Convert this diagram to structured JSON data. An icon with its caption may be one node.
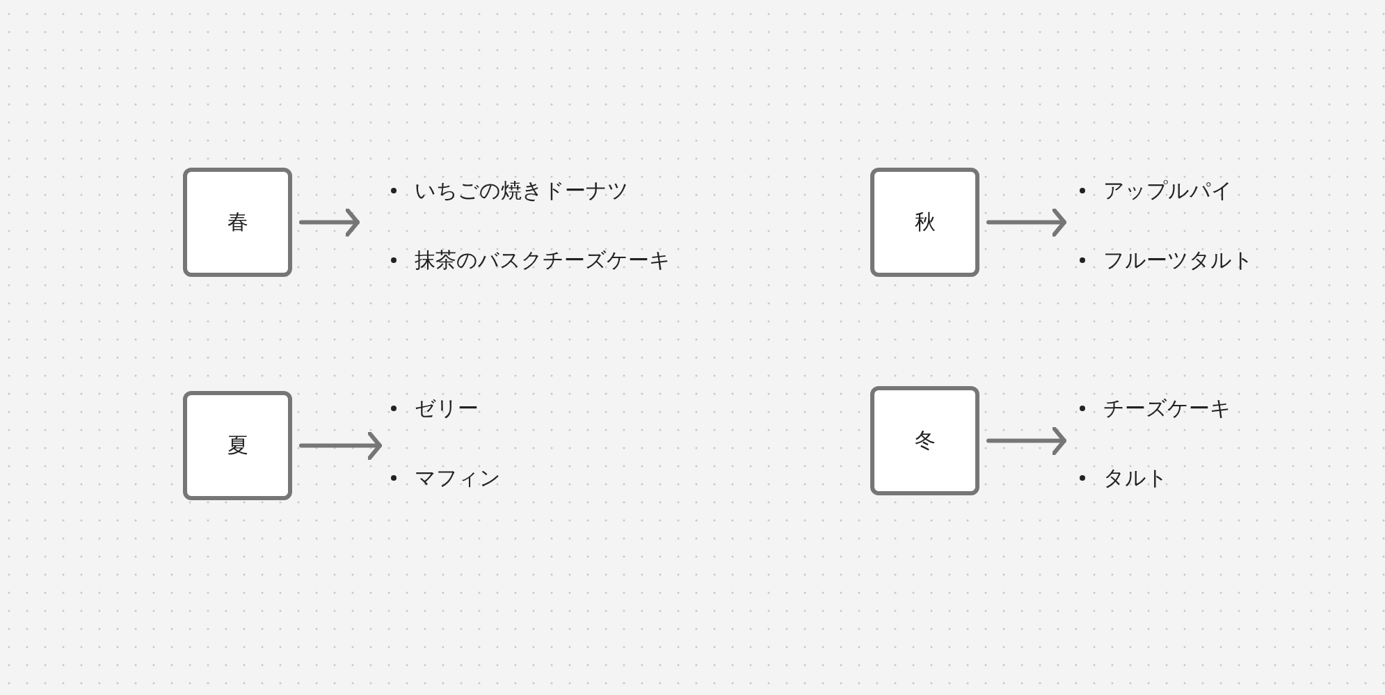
{
  "diagram": {
    "nodes": [
      {
        "text": [
          "春"
        ]
      },
      {
        "text": [
          "いちごの焼きドーナツ",
          "抹茶のバスクチーズケーキ"
        ]
      },
      {
        "text": [
          "秋"
        ]
      },
      {
        "text": [
          "アップルパイ",
          "フルーツタルト"
        ]
      },
      {
        "text": [
          "夏"
        ]
      },
      {
        "text": [
          "ゼリー",
          "マフィン"
        ]
      },
      {
        "text": [
          "冬"
        ]
      },
      {
        "text": [
          "チーズケーキ",
          "タルト"
        ]
      }
    ],
    "edges": [
      {
        "from": 0,
        "to": 1,
        "arrow": "to"
      },
      {
        "from": 2,
        "to": 3,
        "arrow": "to"
      },
      {
        "from": 4,
        "to": 5,
        "arrow": "to"
      },
      {
        "from": 6,
        "to": 7,
        "arrow": "to"
      }
    ]
  }
}
